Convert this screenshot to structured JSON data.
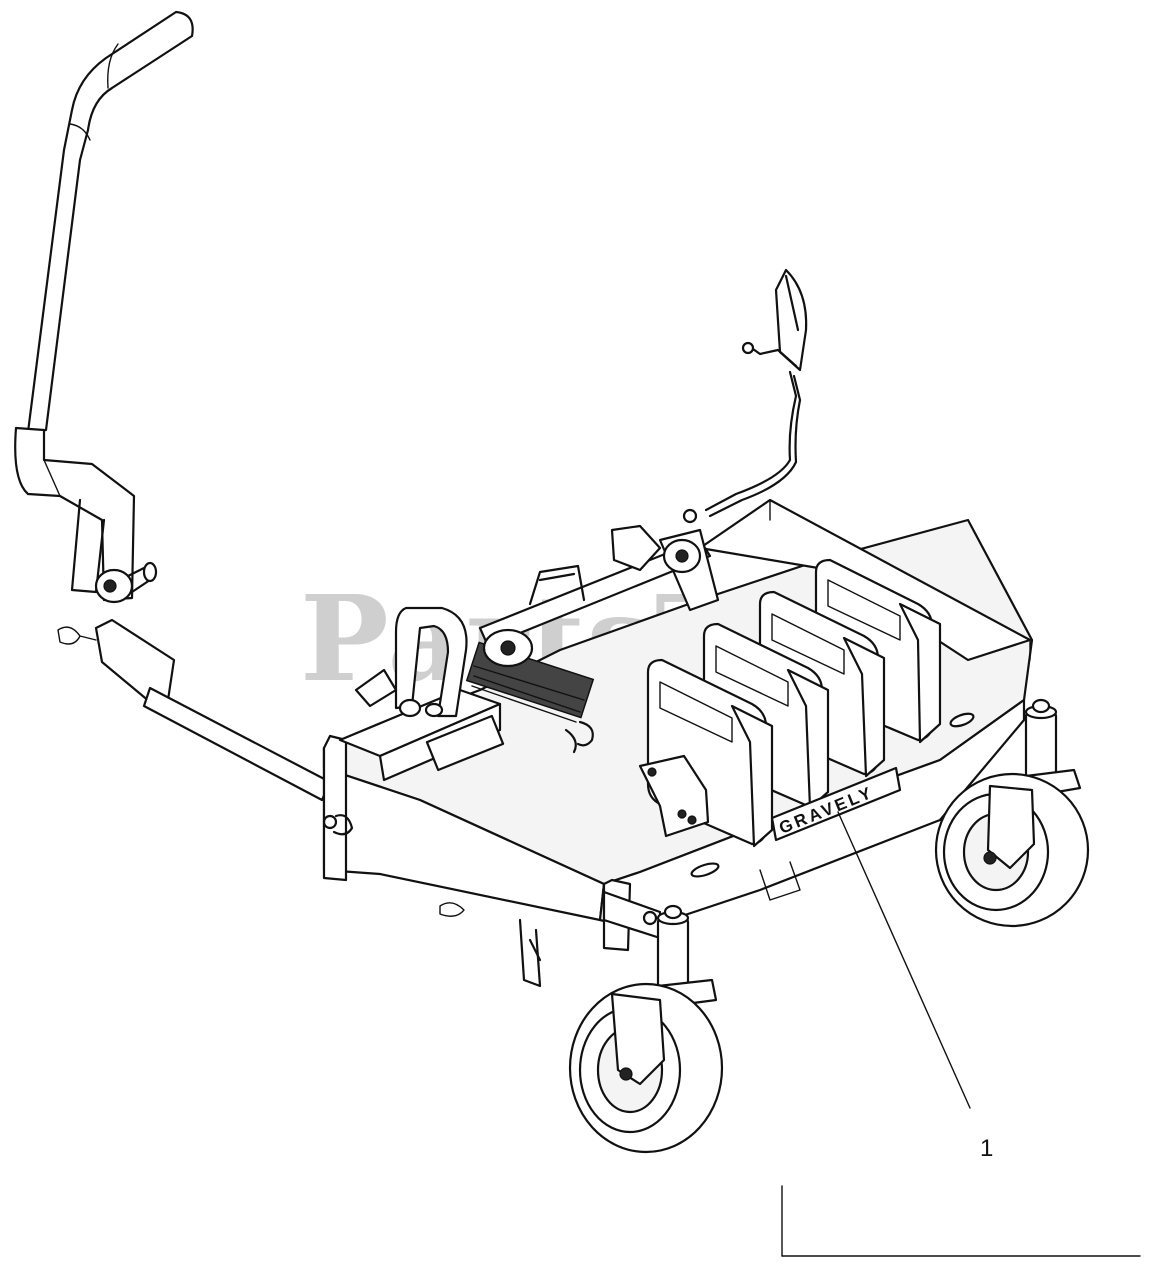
{
  "watermark": {
    "text": "PartsTree"
  },
  "callouts": [
    {
      "label": "1"
    }
  ],
  "weight_brand_text": "GRAVELY"
}
